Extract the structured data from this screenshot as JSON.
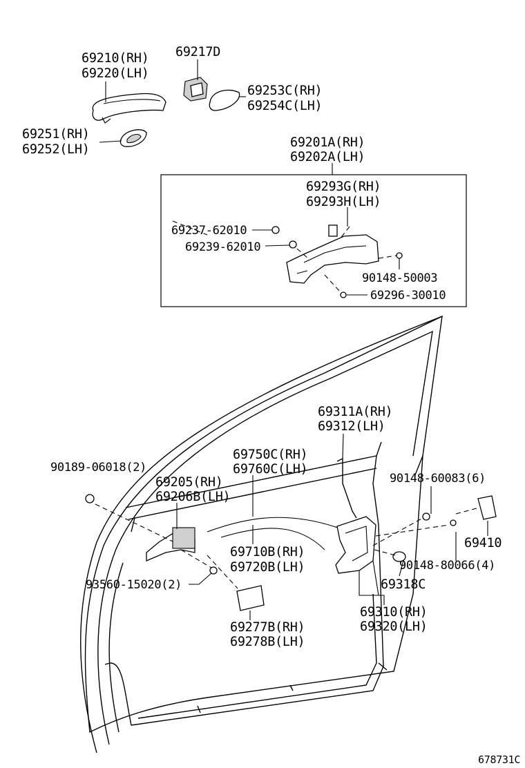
{
  "diagram": {
    "figure_number": "678731C",
    "callouts": {
      "outside_handle": [
        "69210(RH)",
        "69220(LH)"
      ],
      "handle_cap": [
        "69217D"
      ],
      "pad_front": [
        "69253C(RH)",
        "69254C(LH)"
      ],
      "pad_rear": [
        "69251(RH)",
        "69252(LH)"
      ],
      "frame_assy": [
        "69201A(RH)",
        "69202A(LH)"
      ],
      "frame_inner": [
        "69293G(RH)",
        "69293H(LH)"
      ],
      "clip_1": [
        "69237-62010"
      ],
      "clip_2": [
        "69239-62010"
      ],
      "frame_screw": [
        "90148-50003"
      ],
      "frame_bolt": [
        "69296-30010"
      ],
      "lock_rod": [
        "69311A(RH)",
        "69312(LH)"
      ],
      "inside_cable": [
        "69750C(RH)",
        "69760C(LH)"
      ],
      "clip_3": [
        "90189-06018(2)"
      ],
      "striker_screw": [
        "90148-60083(6)"
      ],
      "inside_handle": [
        "69205(RH)",
        "69206B(LH)"
      ],
      "striker": [
        "69410"
      ],
      "lock_cable": [
        "69710B(RH)",
        "69720B(LH)"
      ],
      "lock_screw": [
        "90148-80066(4)"
      ],
      "handle_screw": [
        "93560-15020(2)"
      ],
      "cover": [
        "69318C"
      ],
      "door_lock": [
        "69310(RH)",
        "69320(LH)"
      ],
      "bezel_cover": [
        "69277B(RH)",
        "69278B(LH)"
      ]
    }
  }
}
